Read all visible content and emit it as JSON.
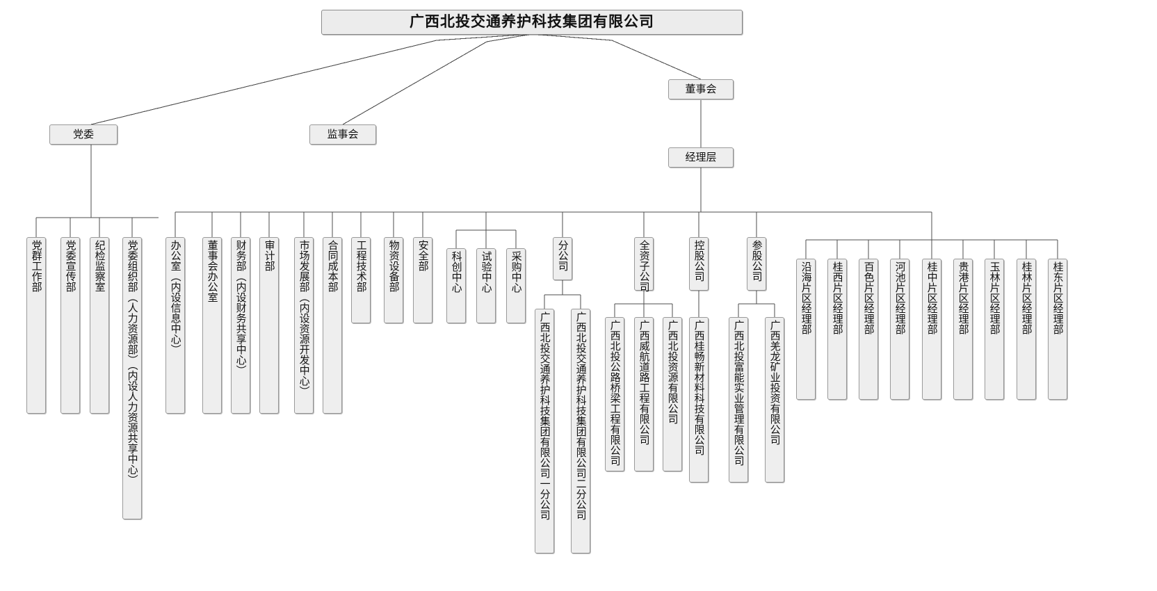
{
  "chart_title": "广西北投交通养护科技集团有限公司",
  "root": {
    "label": "广西北投交通养护科技集团有限公司"
  },
  "level2": {
    "party_committee": "党委",
    "supervisory_board": "监事会",
    "board_of_directors": "董事会",
    "management_layer": "经理层"
  },
  "party_departments": [
    {
      "label": "党群工作部"
    },
    {
      "label": "党委宣传部"
    },
    {
      "label": "纪检监察室"
    },
    {
      "label": "党委组织部（人力资源部）（内设人力资源共享中心）"
    }
  ],
  "functional_departments": [
    {
      "label": "办公室（内设信息中心）"
    },
    {
      "label": "董事会办公室"
    },
    {
      "label": "财务部（内设财务共享中心）"
    },
    {
      "label": "审计部"
    },
    {
      "label": "市场发展部（内设资源开发中心）"
    },
    {
      "label": "合同成本部"
    },
    {
      "label": "工程技术部"
    },
    {
      "label": "物资设备部"
    },
    {
      "label": "安全部"
    }
  ],
  "center_group": [
    {
      "label": "科创中心"
    },
    {
      "label": "试验中心"
    },
    {
      "label": "采购中心"
    }
  ],
  "branch_company": {
    "label": "分公司",
    "children": [
      {
        "label": "广西北投交通养护科技集团有限公司一分公司"
      },
      {
        "label": "广西北投交通养护科技集团有限公司二分公司"
      }
    ]
  },
  "wholly_owned": {
    "label": "全资子公司",
    "children": [
      {
        "label": "广西北投公路桥梁工程有限公司"
      },
      {
        "label": "广西威航道路工程有限公司"
      },
      {
        "label": "广西北投资源有限公司"
      }
    ]
  },
  "holding_company": {
    "label": "控股公司",
    "children": [
      {
        "label": "广西桂畅新材料科技有限公司"
      }
    ]
  },
  "equity_company": {
    "label": "参股公司",
    "children": [
      {
        "label": "广西北投富能实业管理有限公司"
      },
      {
        "label": "广西羌龙矿业投资有限公司"
      }
    ]
  },
  "regional_departments": [
    {
      "label": "沿海片区经理部"
    },
    {
      "label": "桂西片区经理部"
    },
    {
      "label": "百色片区经理部"
    },
    {
      "label": "河池片区经理部"
    },
    {
      "label": "桂中片区经理部"
    },
    {
      "label": "贵港片区经理部"
    },
    {
      "label": "玉林片区经理部"
    },
    {
      "label": "桂林片区经理部"
    },
    {
      "label": "桂东片区经理部"
    }
  ],
  "colors": {
    "node_fill": "#eeeeee",
    "node_border": "#9a9a9a",
    "line": "#4d4d4d",
    "background": "#ffffff"
  }
}
